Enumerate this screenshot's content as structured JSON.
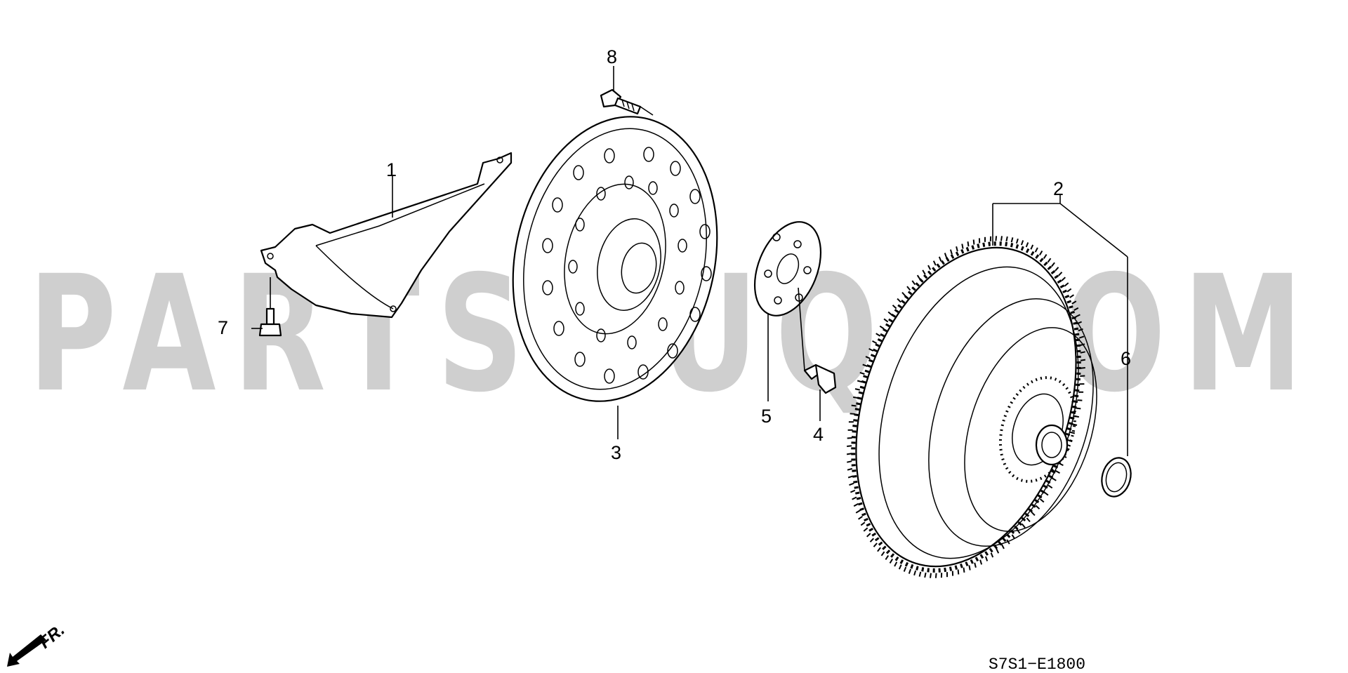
{
  "watermark": "PARTSOUQ.COM",
  "callouts": [
    {
      "id": "1",
      "label": "1"
    },
    {
      "id": "2",
      "label": "2"
    },
    {
      "id": "3",
      "label": "3"
    },
    {
      "id": "4",
      "label": "4"
    },
    {
      "id": "5",
      "label": "5"
    },
    {
      "id": "6",
      "label": "6"
    },
    {
      "id": "7",
      "label": "7"
    },
    {
      "id": "8",
      "label": "8"
    }
  ],
  "front_indicator": "FR.",
  "diagram_code": "S7S1−E1800",
  "colors": {
    "watermark": "#cfcfcf",
    "line": "#000000",
    "background": "#ffffff"
  }
}
